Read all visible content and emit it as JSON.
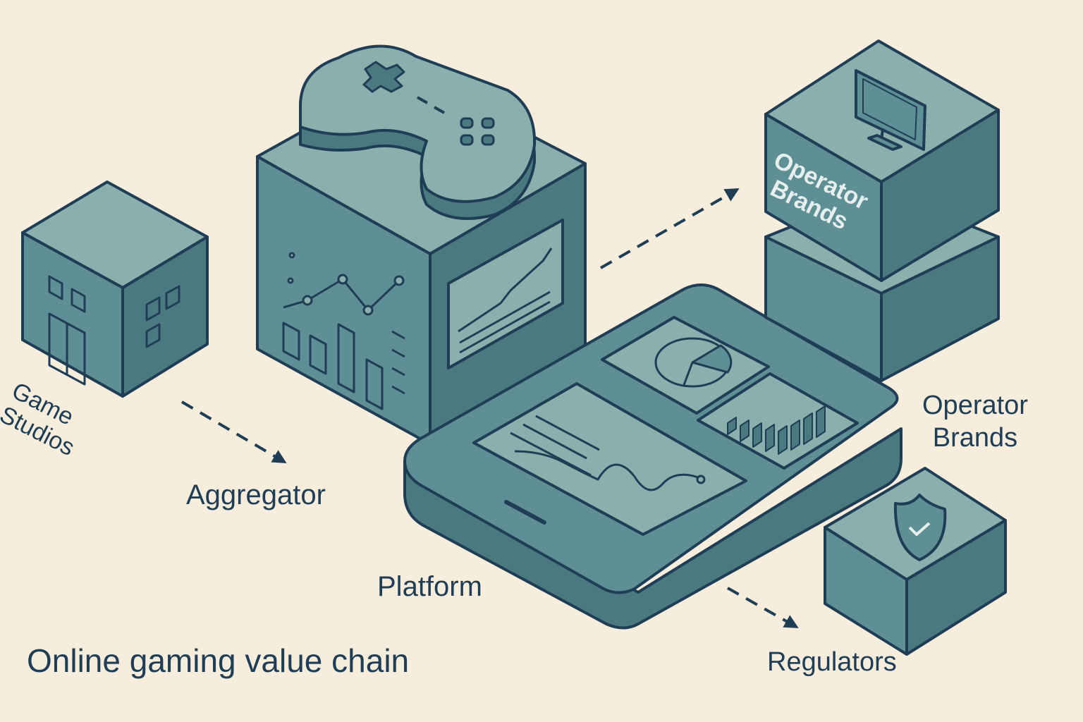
{
  "title": "Online gaming value chain",
  "labels": {
    "game_studios_line1": "Game",
    "game_studios_line2": "Studios",
    "aggregator": "Aggregator",
    "platform": "Platform",
    "operator_brands_line1": "Operator",
    "operator_brands_line2": "Brands",
    "regulators": "Regulators"
  },
  "cube_label": {
    "line1": "Operator",
    "line2": "Brands"
  },
  "icons": {
    "game_studios": "building-icon",
    "aggregator": "gamepad-icon",
    "operator_brands": "monitor-icon",
    "regulators": "shield-check-icon"
  },
  "colors": {
    "background": "#f6eddd",
    "top_face": "#8ab0ae",
    "left_face": "#5e8f94",
    "right_face": "#4a7a80",
    "outline": "#1f3d55",
    "text": "#1f3d55"
  }
}
